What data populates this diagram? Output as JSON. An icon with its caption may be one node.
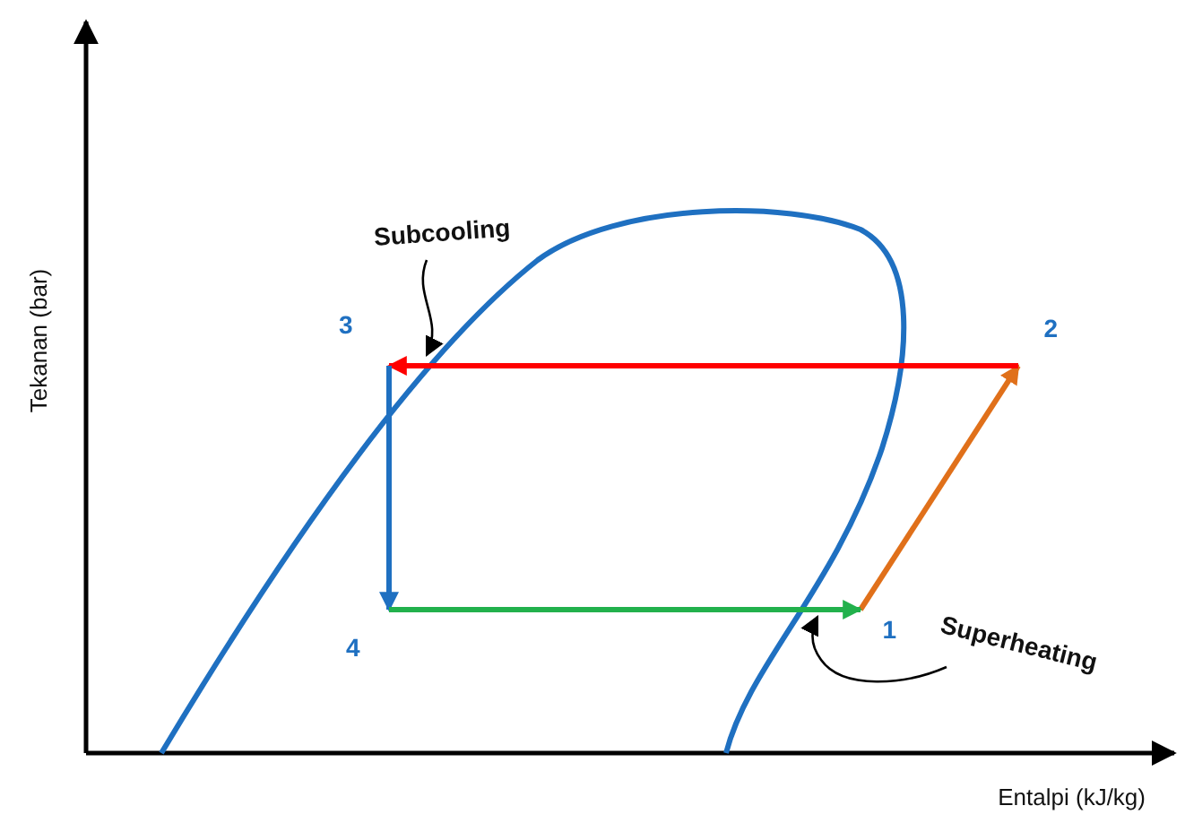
{
  "diagram": {
    "nodes": [
      {
        "text": [
          "3"
        ]
      },
      {
        "text": [
          "2"
        ]
      },
      {
        "text": [
          "4"
        ]
      },
      {
        "text": [
          "1"
        ]
      },
      {
        "text": [
          "Subcooling"
        ]
      },
      {
        "text": [
          "Superheating"
        ]
      }
    ],
    "edges": [
      {
        "from": 3,
        "to": 1,
        "arrow": "to",
        "color": "#e0701a"
      },
      {
        "from": 1,
        "to": 0,
        "arrow": "to",
        "color": "#ff0000"
      },
      {
        "from": 0,
        "to": 2,
        "arrow": "to",
        "color": "#1f70c1"
      },
      {
        "from": 2,
        "to": 3,
        "arrow": "to",
        "color": "#22b14c"
      },
      {
        "from": 4,
        "to": null,
        "arrow": "to"
      },
      {
        "from": 5,
        "to": null,
        "arrow": "to"
      }
    ],
    "labels": [
      "Tekanan (bar)",
      "Entalpi (kJ/kg)"
    ]
  }
}
